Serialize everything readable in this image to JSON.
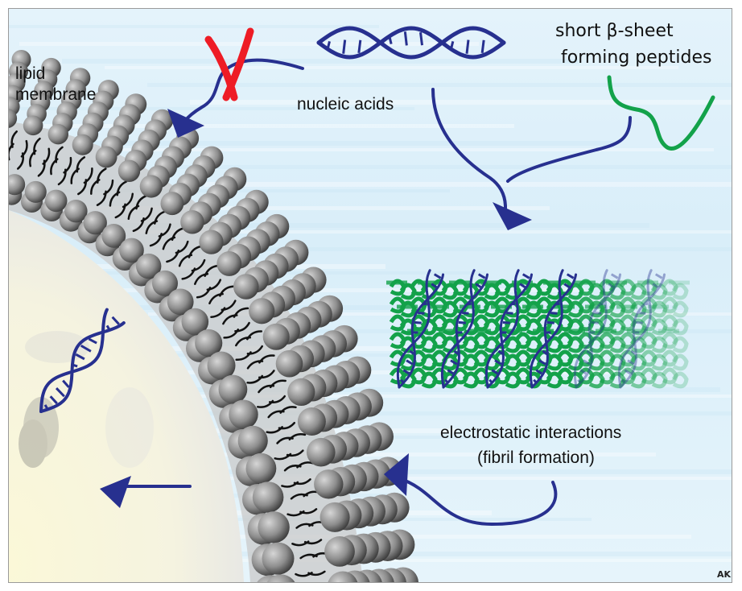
{
  "figure": {
    "title": "Nucleic acid / β-sheet peptide fibril formation and membrane transport schematic",
    "labels": {
      "lipid_membrane_line1": "lipid",
      "lipid_membrane_line2": "membrane",
      "nucleic_acids": "nucleic acids",
      "peptides_line1": "short β-sheet",
      "peptides_line2": "forming peptides",
      "interaction_line1": "electrostatic interactions",
      "interaction_line2": "(fibril formation)",
      "signature": "AK"
    },
    "colors": {
      "background": "#dcf0fa",
      "nucleic_acid_blue": "#27308f",
      "peptide_green": "#13a24a",
      "blocked_red": "#ee1c25",
      "lipid_head_gray": "#8a8a8a",
      "cell_interior_yellow": "#fbf7d2"
    },
    "elements": [
      {
        "name": "nucleic-acid-helix",
        "description": "double helix (free nucleic acids)"
      },
      {
        "name": "peptide-strand",
        "description": "green short β-sheet forming peptide"
      },
      {
        "name": "blocked-arrow",
        "description": "nucleic acids alone blocked from membrane (red X)"
      },
      {
        "name": "merge-arrow",
        "description": "nucleic acids + peptides combine"
      },
      {
        "name": "fibril",
        "description": "green/blue fibril bundle"
      },
      {
        "name": "uptake-arrow",
        "description": "fibril towards membrane"
      },
      {
        "name": "internal-arrow",
        "description": "released nucleic acid inside cell"
      },
      {
        "name": "lipid-bilayer",
        "description": "curved lipid bilayer with heads and tails"
      }
    ]
  }
}
